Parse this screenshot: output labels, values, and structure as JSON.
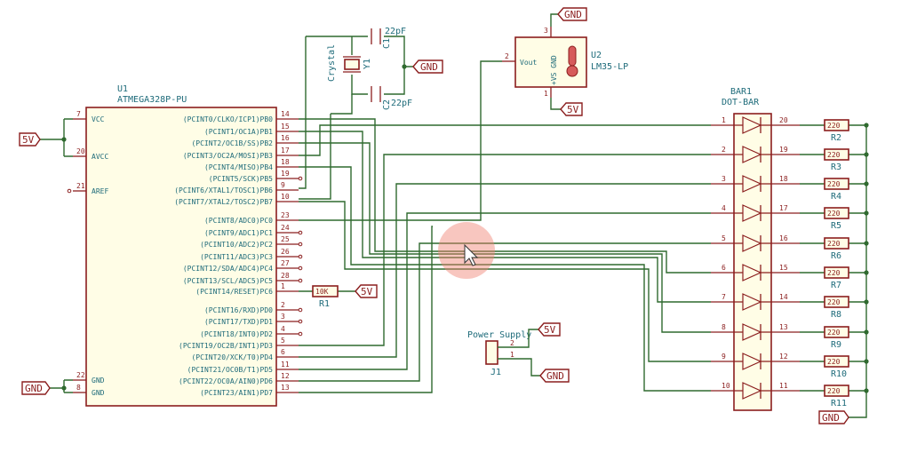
{
  "u1": {
    "ref": "U1",
    "value": "ATMEGA328P-PU",
    "left_pins": [
      {
        "num": "7",
        "name": "VCC"
      },
      {
        "num": "20",
        "name": "AVCC"
      },
      {
        "num": "21",
        "name": "AREF"
      },
      {
        "num": "22",
        "name": "GND"
      },
      {
        "num": "8",
        "name": "GND"
      }
    ],
    "right_pins": [
      {
        "num": "14",
        "name": "(PCINT0/CLKO/ICP1)PB0"
      },
      {
        "num": "15",
        "name": "(PCINT1/OC1A)PB1"
      },
      {
        "num": "16",
        "name": "(PCINT2/OC1B/SS)PB2"
      },
      {
        "num": "17",
        "name": "(PCINT3/OC2A/MOSI)PB3"
      },
      {
        "num": "18",
        "name": "(PCINT4/MISO)PB4"
      },
      {
        "num": "19",
        "name": "(PCINT5/SCK)PB5"
      },
      {
        "num": "9",
        "name": "(PCINT6/XTAL1/TOSC1)PB6"
      },
      {
        "num": "10",
        "name": "(PCINT7/XTAL2/TOSC2)PB7"
      },
      {
        "num": "23",
        "name": "(PCINT8/ADC0)PC0"
      },
      {
        "num": "24",
        "name": "(PCINT9/ADC1)PC1"
      },
      {
        "num": "25",
        "name": "(PCINT10/ADC2)PC2"
      },
      {
        "num": "26",
        "name": "(PCINT11/ADC3)PC3"
      },
      {
        "num": "27",
        "name": "(PCINT12/SDA/ADC4)PC4"
      },
      {
        "num": "28",
        "name": "(PCINT13/SCL/ADC5)PC5"
      },
      {
        "num": "1",
        "name": "(PCINT14/RESET)PC6"
      },
      {
        "num": "2",
        "name": "(PCINT16/RXD)PD0"
      },
      {
        "num": "3",
        "name": "(PCINT17/TXD)PD1"
      },
      {
        "num": "4",
        "name": "(PCINT18/INT0)PD2"
      },
      {
        "num": "5",
        "name": "(PCINT19/OC2B/INT1)PD3"
      },
      {
        "num": "6",
        "name": "(PCINT20/XCK/T0)PD4"
      },
      {
        "num": "11",
        "name": "(PCINT21/OC0B/T1)PD5"
      },
      {
        "num": "12",
        "name": "(PCINT22/OC0A/AIN0)PD6"
      },
      {
        "num": "13",
        "name": "(PCINT23/AIN1)PD7"
      }
    ]
  },
  "ports": {
    "vcc_left": "5V",
    "gnd_left": "GND",
    "gnd_crystal": "GND",
    "gnd_u2": "GND",
    "vcc_u2": "5V",
    "vcc_r1": "5V",
    "vcc_j1": "5V",
    "gnd_j1": "GND",
    "gnd_bar": "GND"
  },
  "crystal": {
    "ref": "Y1",
    "value": "Crystal"
  },
  "c1": {
    "ref": "C1",
    "value": "22pF"
  },
  "c2": {
    "ref": "C2",
    "value": "22pF"
  },
  "r1": {
    "ref": "R1",
    "value": "10K",
    "pin": "1"
  },
  "u2": {
    "ref": "U2",
    "value": "LM35-LP",
    "vout": "Vout",
    "pins_label": "+VS GND",
    "pin_vout": "2",
    "pin_gnd": "3",
    "pin_vs": "1"
  },
  "j1": {
    "ref": "J1",
    "value": "Power Supply",
    "pin1": "1",
    "pin2": "2"
  },
  "bar": {
    "ref": "BAR1",
    "value": "DOT-BAR",
    "rows": [
      {
        "left": "1",
        "right": "20",
        "res": "R2"
      },
      {
        "left": "2",
        "right": "19",
        "res": "R3"
      },
      {
        "left": "3",
        "right": "18",
        "res": "R4"
      },
      {
        "left": "4",
        "right": "17",
        "res": "R5"
      },
      {
        "left": "5",
        "right": "16",
        "res": "R6"
      },
      {
        "left": "6",
        "right": "15",
        "res": "R7"
      },
      {
        "left": "7",
        "right": "14",
        "res": "R8"
      },
      {
        "left": "8",
        "right": "13",
        "res": "R9"
      },
      {
        "left": "9",
        "right": "12",
        "res": "R10"
      },
      {
        "left": "10",
        "right": "11",
        "res": "R11"
      }
    ],
    "res_value": "220"
  }
}
